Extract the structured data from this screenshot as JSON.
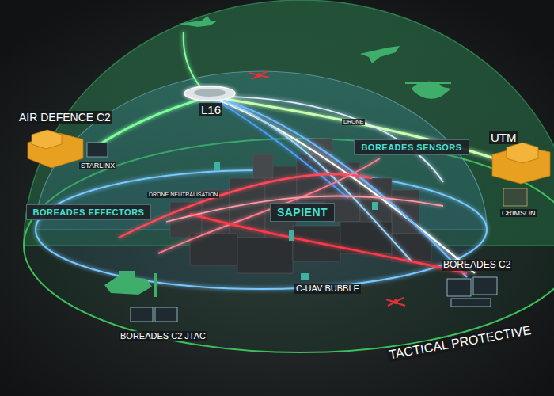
{
  "diagram": {
    "nodes": [
      {
        "text": [
          "BOREADES EFFECTORS"
        ]
      },
      {
        "text": [
          "SAPIENT"
        ]
      },
      {
        "text": [
          "BOREADES SENSORS"
        ]
      }
    ],
    "labels": [
      "AIR DEFENCE C2",
      "STARLINX",
      "L16",
      "UTM",
      "CRIMSON",
      "DRONE",
      "DRONE NEUTRALISATION",
      "C-UAV BUBBLE",
      "BOREADES C2",
      "BOREADES C2 JTAC",
      "TACTICAL PROTECTIVE"
    ]
  }
}
